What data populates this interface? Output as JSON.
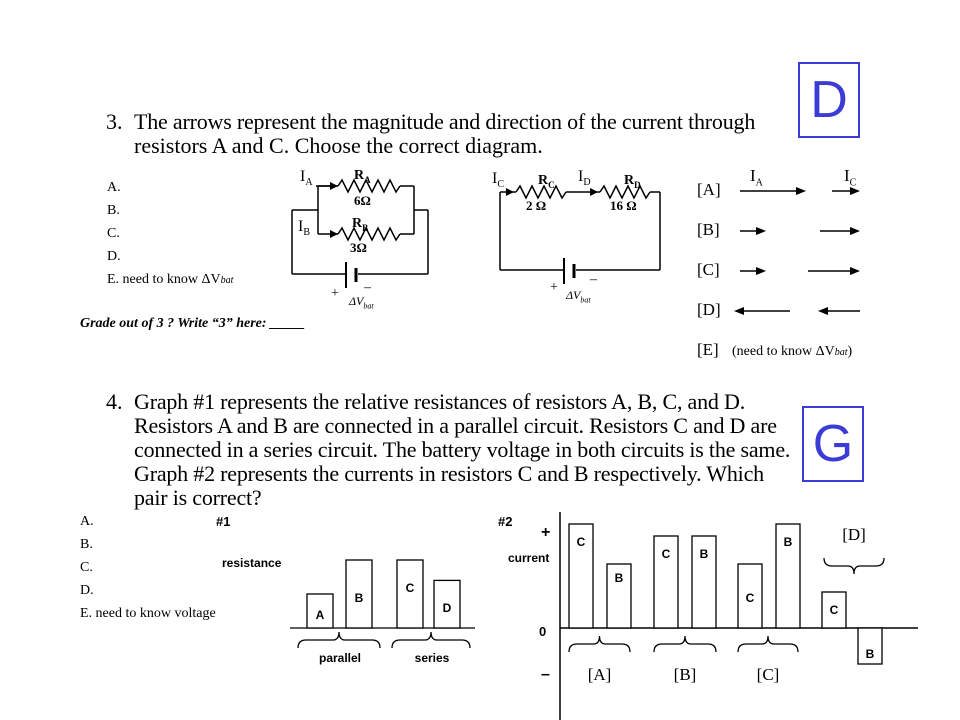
{
  "answers": {
    "q3": "D",
    "q4": "G"
  },
  "q3": {
    "number": "3.",
    "line1": "The arrows represent the magnitude and direction of the current through",
    "line2": "resistors A and C. Choose the correct diagram.",
    "options": [
      "A.",
      "B.",
      "C.",
      "D.",
      "E. need to know ΔV"
    ],
    "options_sub": "bat",
    "grade": "Grade out of 3 ? Write “3” here: _____",
    "circuit1": {
      "ia": "I",
      "ia_sub": "A",
      "ra": "R",
      "ra_sub": "A",
      "ra_val": "6Ω",
      "ib": "I",
      "ib_sub": "B",
      "rb": "R",
      "rb_sub": "B",
      "rb_val": "3Ω",
      "plus": "+",
      "minus": "–",
      "dv": "ΔV",
      "dv_sub": "bat"
    },
    "circuit2": {
      "ic": "I",
      "ic_sub": "C",
      "rc": "R",
      "rc_sub": "C",
      "rc_val": "2 Ω",
      "id": "I",
      "id_sub": "D",
      "rd": "R",
      "rd_sub": "D",
      "rd_val": "16 Ω",
      "plus": "+",
      "minus": "–",
      "dv": "ΔV",
      "dv_sub": "bat"
    },
    "choices": {
      "ia": "I",
      "ia_sub": "A",
      "ic": "I",
      "ic_sub": "C",
      "labels": [
        "[A]",
        "[B]",
        "[C]",
        "[D]",
        "[E]"
      ],
      "e_note": "(need to know ΔV",
      "e_note_sub": "bat",
      "e_note_end": ")"
    }
  },
  "q4": {
    "number": "4.",
    "lines": [
      "Graph #1 represents the relative resistances of resistors A, B, C, and D.",
      "Resistors A and B are connected in a parallel circuit. Resistors C and D are",
      "connected in a series circuit. The battery voltage in both circuits is the same.",
      "Graph #2 represents the currents in resistors C and B respectively. Which",
      "pair is correct?"
    ],
    "options": [
      "A.",
      "B.",
      "C.",
      "D.",
      "E. need to know voltage"
    ],
    "graph1": {
      "title": "#1",
      "ylabel": "resistance",
      "bars": [
        {
          "label": "A",
          "value": 1.0
        },
        {
          "label": "B",
          "value": 2.0
        },
        {
          "label": "C",
          "value": 2.0
        },
        {
          "label": "D",
          "value": 1.4
        }
      ],
      "groups": [
        "parallel",
        "series"
      ]
    },
    "graph2": {
      "title": "#2",
      "ylabel": "current",
      "plus": "+",
      "zero": "0",
      "minus": "–",
      "pairs": [
        {
          "label": "[A]",
          "bars": [
            {
              "label": "C",
              "value": 2.6
            },
            {
              "label": "B",
              "value": 1.6
            }
          ]
        },
        {
          "label": "[B]",
          "bars": [
            {
              "label": "C",
              "value": 2.3
            },
            {
              "label": "B",
              "value": 2.3
            }
          ]
        },
        {
          "label": "[C]",
          "bars": [
            {
              "label": "C",
              "value": 1.6
            },
            {
              "label": "B",
              "value": 2.6
            }
          ]
        },
        {
          "label": "[D]",
          "bars": [
            {
              "label": "C",
              "value": 0.9
            },
            {
              "label": "B",
              "value": -0.9
            }
          ]
        }
      ]
    }
  }
}
